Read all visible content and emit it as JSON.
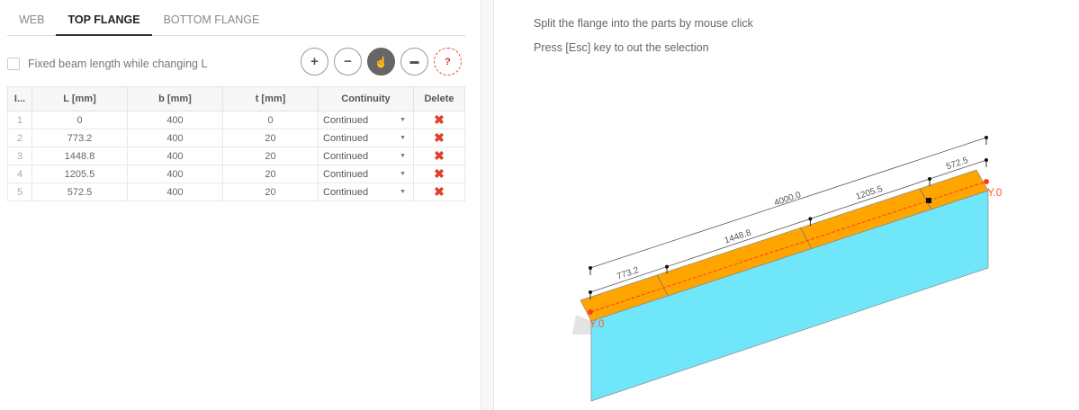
{
  "tabs": [
    "WEB",
    "TOP FLANGE",
    "BOTTOM FLANGE"
  ],
  "active_tab": "TOP FLANGE",
  "fixed_length_label": "Fixed beam length while changing L",
  "tool_buttons": {
    "add": "+",
    "remove": "−",
    "select": "☝",
    "archive": "▬",
    "help": "?"
  },
  "table": {
    "headers": [
      "I...",
      "L [mm]",
      "b [mm]",
      "t [mm]",
      "Continuity",
      "Delete"
    ],
    "rows": [
      {
        "i": "1",
        "L": "0",
        "b": "400",
        "t": "0",
        "continuity": "Continued"
      },
      {
        "i": "2",
        "L": "773.2",
        "b": "400",
        "t": "20",
        "continuity": "Continued"
      },
      {
        "i": "3",
        "L": "1448.8",
        "b": "400",
        "t": "20",
        "continuity": "Continued"
      },
      {
        "i": "4",
        "L": "1205.5",
        "b": "400",
        "t": "20",
        "continuity": "Continued"
      },
      {
        "i": "5",
        "L": "572.5",
        "b": "400",
        "t": "20",
        "continuity": "Continued"
      }
    ],
    "delete_icon": "✖"
  },
  "messages": [
    "Split the flange into the parts by mouse click",
    "Press [Esc] key to out the selection"
  ],
  "model": {
    "total_length": "4000.0",
    "segments": [
      "773.2",
      "1448.8",
      "1205.5",
      "572.5"
    ],
    "axis_labels": [
      "Y.0",
      "Y.0"
    ],
    "colors": {
      "flange": "#ffa500",
      "web": "#70e6fa",
      "axis": "#ff3b1a"
    }
  }
}
